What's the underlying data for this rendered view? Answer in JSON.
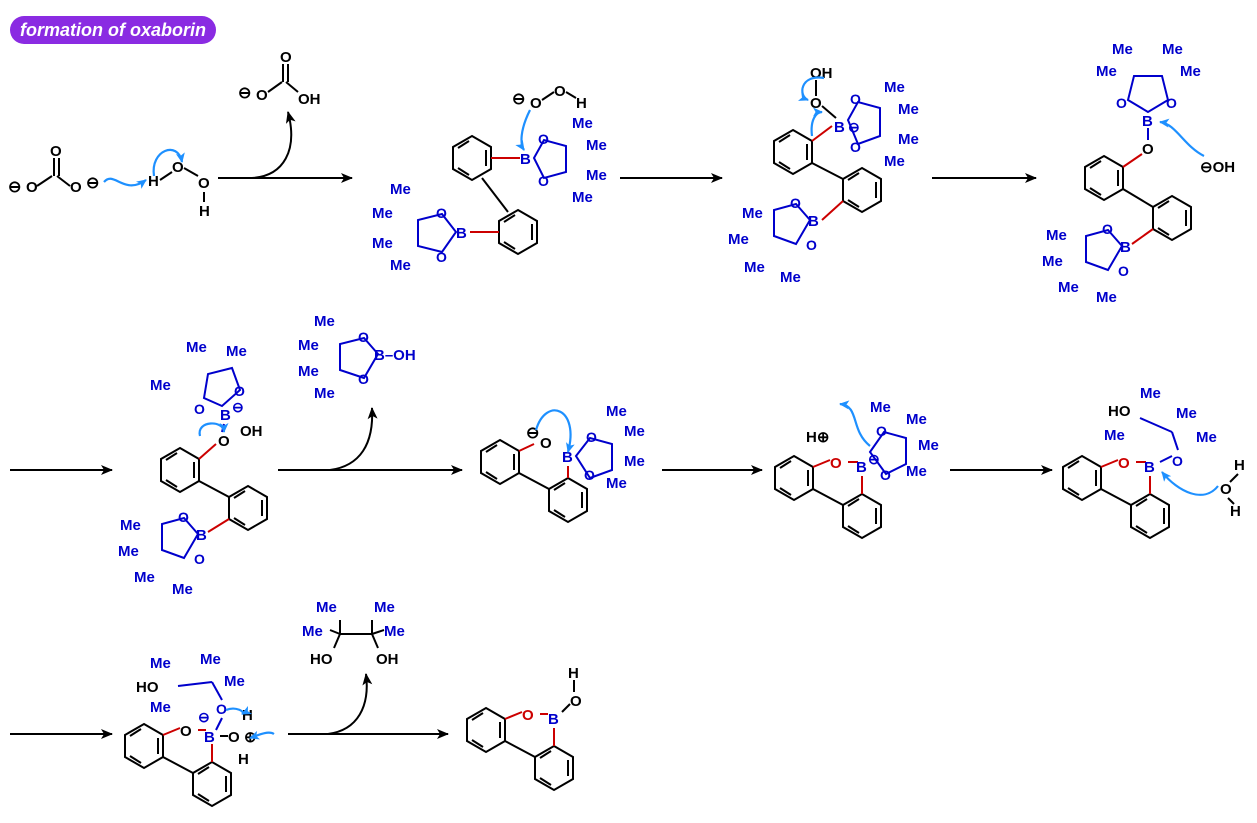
{
  "header": {
    "title": "formation of oxaborin"
  },
  "colors": {
    "badge": "#8a2be2",
    "blue": "#0000cc",
    "red": "#cc0000",
    "arrow": "#1e90ff",
    "black": "#000000"
  },
  "labels": {
    "me": "Me",
    "o": "O",
    "b": "B",
    "h": "H",
    "oh": "OH",
    "ho": "HO",
    "b_oh": "B–OH",
    "minus": "⊖",
    "plus": "⊕",
    "h_plus": "H⊕",
    "minus_oh": "⊖OH",
    "minus_o": "⊖O"
  }
}
